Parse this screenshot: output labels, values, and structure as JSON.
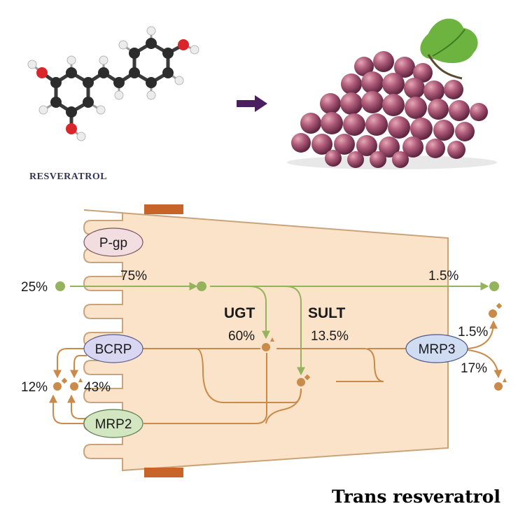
{
  "molecule": {
    "caption": "RESVERATROL"
  },
  "diagram": {
    "transporters": {
      "pgp": "P-gp",
      "bcrp": "BCRP",
      "mrp2": "MRP2",
      "mrp3": "MRP3"
    },
    "enzymes": {
      "ugt": "UGT",
      "sult": "SULT"
    },
    "percentages": {
      "apical_in": "25%",
      "absorbed": "75%",
      "basolateral_parent": "1.5%",
      "ugt": "60%",
      "sult": "13.5%",
      "mrp3_upper": "1.5%",
      "mrp3_lower": "17%",
      "efflux_left": "12%",
      "efflux_right": "43%"
    },
    "title": "Trans resveratrol"
  },
  "colors": {
    "cell_fill": "#fae3c8",
    "cell_stroke": "#c9a47a",
    "tight_junction": "#c8642a",
    "parent_path": "#94b35c",
    "metabolite_path": "#c98a4a",
    "pgp_fill": "#f2dde1",
    "bcrp_fill": "#d8d6f0",
    "mrp2_fill": "#d3e6c2",
    "mrp3_fill": "#cfdcf2",
    "arrow": "#4b1f5e"
  }
}
